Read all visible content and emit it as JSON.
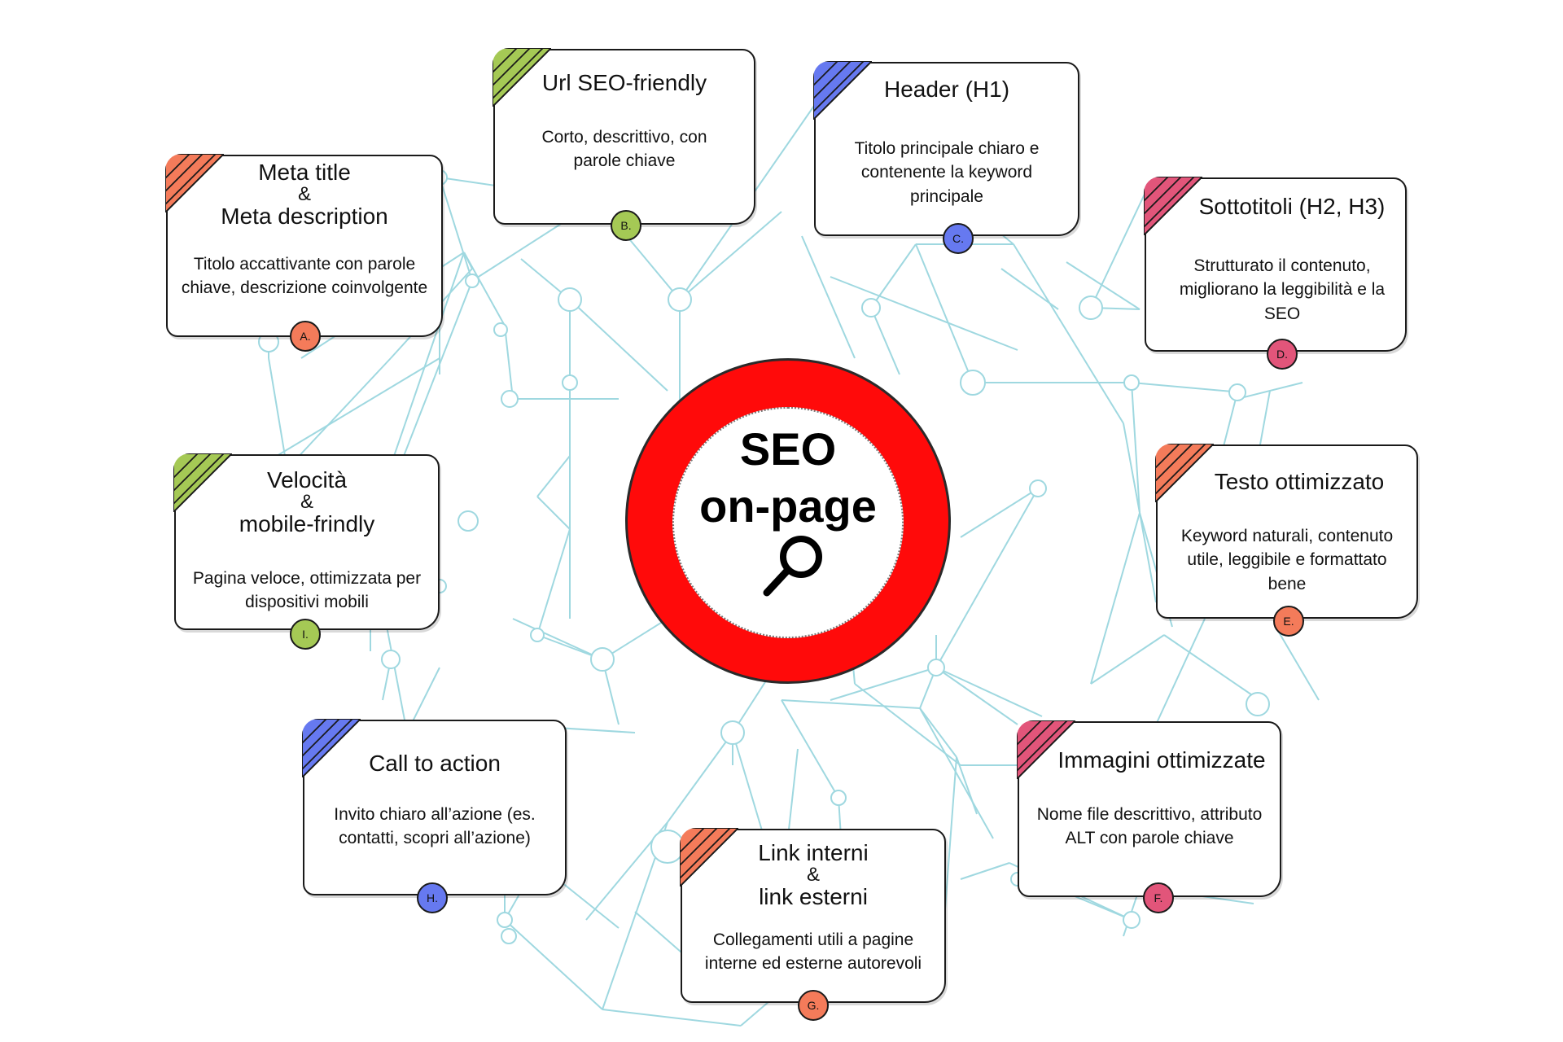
{
  "center": {
    "title_line1": "SEO",
    "title_line2": "on-page",
    "icon": "magnifier-icon",
    "ring_color": "#ff0a0a"
  },
  "line_color": "#9fd8e0",
  "cards": [
    {
      "id": "a",
      "title": [
        "Meta title",
        "&",
        "Meta description"
      ],
      "desc": "Titolo accattivante con parole chiave, descrizione coinvolgente",
      "badge": "A.",
      "color": "#f47b5a"
    },
    {
      "id": "b",
      "title": [
        "Url SEO-friendly"
      ],
      "desc": "Corto, descrittivo, con parole chiave",
      "badge": "B.",
      "color": "#a5c955"
    },
    {
      "id": "c",
      "title": [
        "Header (H1)"
      ],
      "desc": "Titolo principale chiaro e contenente la keyword principale",
      "badge": "C.",
      "color": "#6679f0"
    },
    {
      "id": "d",
      "title": [
        "Sottotitoli (H2, H3)"
      ],
      "desc": "Strutturato il contenuto, migliorano la leggibilità e la SEO",
      "badge": "D.",
      "color": "#e2557a"
    },
    {
      "id": "e",
      "title": [
        "Testo ottimizzato"
      ],
      "desc": "Keyword naturali, contenuto utile, leggibile e formattato bene",
      "badge": "E.",
      "color": "#f47b5a"
    },
    {
      "id": "f",
      "title": [
        "Immagini ottimizzate"
      ],
      "desc": "Nome file descrittivo, attributo ALT con parole chiave",
      "badge": "F.",
      "color": "#e2557a"
    },
    {
      "id": "g",
      "title": [
        "Link interni",
        "&",
        "link esterni"
      ],
      "desc": "Collegamenti utili a pagine interne ed esterne autorevoli",
      "badge": "G.",
      "color": "#f47b5a"
    },
    {
      "id": "h",
      "title": [
        "Call to action"
      ],
      "desc": "Invito chiaro all’azione (es. contatti, scopri all’azione)",
      "badge": "H.",
      "color": "#6679f0"
    },
    {
      "id": "i",
      "title": [
        "Velocità",
        "&",
        "mobile-frindly"
      ],
      "desc": "Pagina veloce, ottimizzata per dispositivi mobili",
      "badge": "I.",
      "color": "#a5c955"
    }
  ]
}
